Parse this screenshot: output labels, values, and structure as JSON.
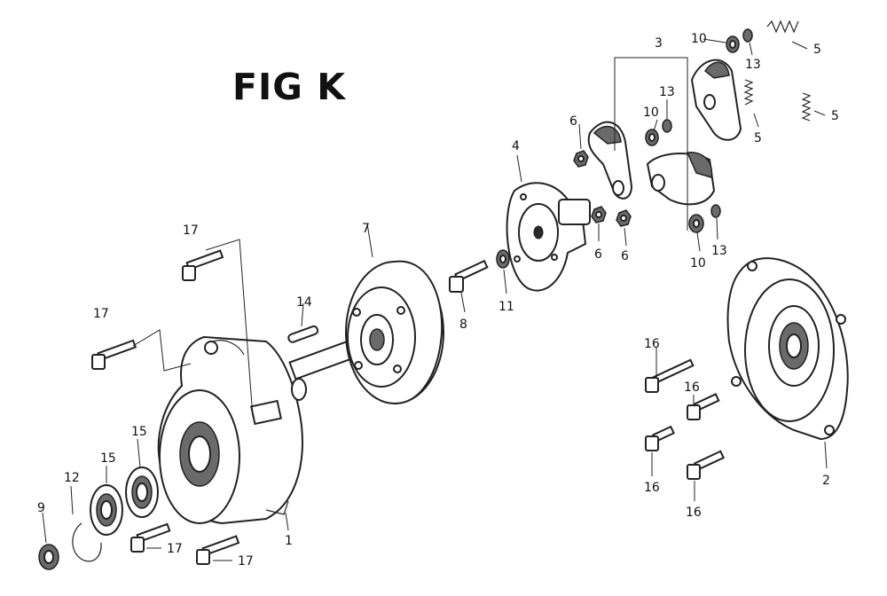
{
  "figure": {
    "title": "FIG K"
  },
  "callouts": {
    "c1": "1",
    "c2": "2",
    "c3": "3",
    "c4": "4",
    "c5a": "5",
    "c5b": "5",
    "c5c": "5",
    "c6a": "6",
    "c6b": "6",
    "c6c": "6",
    "c7": "7",
    "c8": "8",
    "c9": "9",
    "c10a": "10",
    "c10b": "10",
    "c10c": "10",
    "c11": "11",
    "c12": "12",
    "c13a": "13",
    "c13b": "13",
    "c13c": "13",
    "c14": "14",
    "c15a": "15",
    "c15b": "15",
    "c16a": "16",
    "c16b": "16",
    "c16c": "16",
    "c16d": "16",
    "c17a": "17",
    "c17b": "17",
    "c17c": "17",
    "c17d": "17"
  }
}
